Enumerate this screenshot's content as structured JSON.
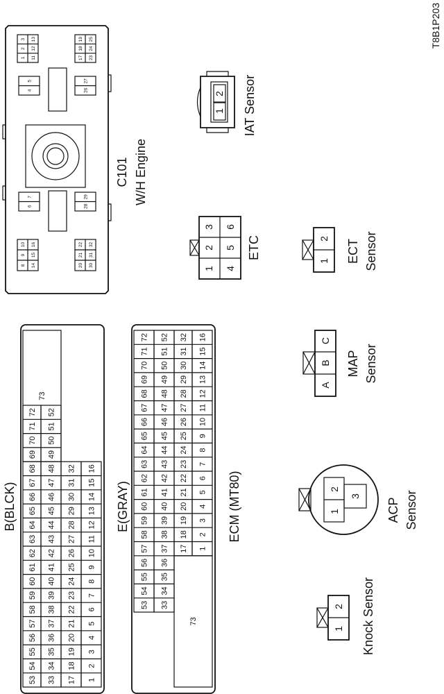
{
  "figure_code": "T8B1P203",
  "c101": {
    "title": "C101",
    "subtitle": "W/H Engine",
    "blocks": [
      [
        "1",
        "2",
        "3",
        "11",
        "12",
        "13"
      ],
      [
        "17",
        "18",
        "19",
        "23",
        "24",
        "25"
      ],
      [
        "4",
        "5"
      ],
      [
        "26",
        "27"
      ],
      [
        "6",
        "7"
      ],
      [
        "28",
        "29"
      ],
      [
        "8",
        "9",
        "10",
        "14",
        "15",
        "16"
      ],
      [
        "20",
        "21",
        "22",
        "30",
        "31",
        "32"
      ]
    ]
  },
  "iat": {
    "label": "IAT Sensor",
    "pins": [
      "1",
      "2"
    ]
  },
  "etc": {
    "label": "ETC",
    "pins": [
      "1",
      "2",
      "3",
      "4",
      "5",
      "6"
    ]
  },
  "ect": {
    "label_line1": "ECT",
    "label_line2": "Sensor",
    "pins": [
      "1",
      "2"
    ]
  },
  "map": {
    "label_line1": "MAP",
    "label_line2": "Sensor",
    "pins": [
      "A",
      "B",
      "C"
    ]
  },
  "acp": {
    "label_line1": "ACP",
    "label_line2": "Sensor",
    "pins": [
      "1",
      "2",
      "3"
    ]
  },
  "knock": {
    "label": "Knock Sensor",
    "pins": [
      "1",
      "2"
    ]
  },
  "ecm": {
    "title": "ECM (MT80)",
    "b_label": "B(BLCK)",
    "e_label": "E(GRAY)",
    "b_rows": [
      [
        "1",
        "2",
        "3",
        "4",
        "5",
        "6",
        "7",
        "8",
        "9",
        "10",
        "11",
        "12",
        "13",
        "14",
        "15",
        "16"
      ],
      [
        "17",
        "18",
        "19",
        "20",
        "21",
        "22",
        "23",
        "24",
        "25",
        "26",
        "27",
        "28",
        "29",
        "30",
        "31",
        "32"
      ],
      [
        "33",
        "34",
        "35",
        "36",
        "37",
        "38",
        "39",
        "40",
        "41",
        "42",
        "43",
        "44",
        "45",
        "46",
        "47",
        "48",
        "49",
        "50",
        "51",
        "52"
      ],
      [
        "53",
        "54",
        "55",
        "56",
        "57",
        "58",
        "59",
        "60",
        "61",
        "62",
        "63",
        "64",
        "65",
        "66",
        "67",
        "68",
        "69",
        "70",
        "71",
        "72"
      ]
    ],
    "b_big": "73",
    "e_rows": [
      [
        "72",
        "71",
        "70",
        "69",
        "68",
        "67",
        "66",
        "65",
        "64",
        "63",
        "62",
        "61",
        "60",
        "59",
        "58",
        "57",
        "56",
        "55",
        "54",
        "53"
      ],
      [
        "52",
        "51",
        "50",
        "49",
        "48",
        "47",
        "46",
        "45",
        "44",
        "43",
        "42",
        "41",
        "40",
        "39",
        "38",
        "37",
        "36",
        "35",
        "34",
        "33"
      ],
      [
        "32",
        "31",
        "30",
        "29",
        "28",
        "27",
        "26",
        "25",
        "24",
        "23",
        "22",
        "21",
        "20",
        "19",
        "18",
        "17"
      ],
      [
        "16",
        "15",
        "14",
        "13",
        "12",
        "11",
        "10",
        "9",
        "8",
        "7",
        "6",
        "5",
        "4",
        "3",
        "2",
        "1"
      ]
    ],
    "e_big": "73"
  }
}
